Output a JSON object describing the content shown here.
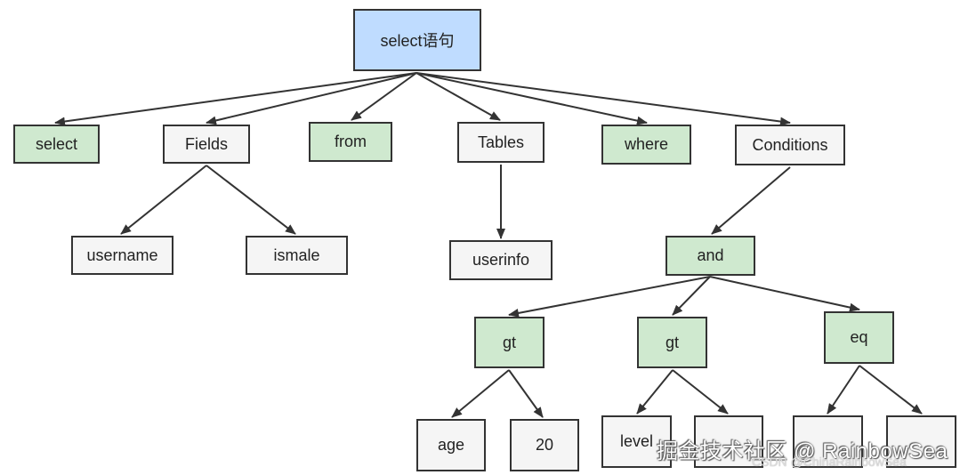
{
  "diagram": {
    "nodes": [
      {
        "id": "root",
        "label": "select语句",
        "kind": "root"
      },
      {
        "id": "select",
        "label": "select",
        "kind": "keyword"
      },
      {
        "id": "fields",
        "label": "Fields",
        "kind": "part"
      },
      {
        "id": "from",
        "label": "from",
        "kind": "keyword"
      },
      {
        "id": "tables",
        "label": "Tables",
        "kind": "part"
      },
      {
        "id": "where",
        "label": "where",
        "kind": "keyword"
      },
      {
        "id": "conditions",
        "label": "Conditions",
        "kind": "part"
      },
      {
        "id": "username",
        "label": "username",
        "kind": "part"
      },
      {
        "id": "ismale",
        "label": "ismale",
        "kind": "part"
      },
      {
        "id": "userinfo",
        "label": "userinfo",
        "kind": "part"
      },
      {
        "id": "and",
        "label": "and",
        "kind": "keyword"
      },
      {
        "id": "gt1",
        "label": "gt",
        "kind": "keyword"
      },
      {
        "id": "gt2",
        "label": "gt",
        "kind": "keyword"
      },
      {
        "id": "eq",
        "label": "eq",
        "kind": "keyword"
      },
      {
        "id": "age",
        "label": "age",
        "kind": "part"
      },
      {
        "id": "n20",
        "label": "20",
        "kind": "part"
      },
      {
        "id": "level",
        "label": "level",
        "kind": "part"
      },
      {
        "id": "level_val",
        "label": "",
        "kind": "part"
      },
      {
        "id": "eq_left",
        "label": "",
        "kind": "part"
      },
      {
        "id": "eq_right",
        "label": "",
        "kind": "part"
      }
    ],
    "edges": [
      [
        "root",
        "select"
      ],
      [
        "root",
        "fields"
      ],
      [
        "root",
        "from"
      ],
      [
        "root",
        "tables"
      ],
      [
        "root",
        "where"
      ],
      [
        "root",
        "conditions"
      ],
      [
        "fields",
        "username"
      ],
      [
        "fields",
        "ismale"
      ],
      [
        "tables",
        "userinfo"
      ],
      [
        "conditions",
        "and"
      ],
      [
        "and",
        "gt1"
      ],
      [
        "and",
        "gt2"
      ],
      [
        "and",
        "eq"
      ],
      [
        "gt1",
        "age"
      ],
      [
        "gt1",
        "n20"
      ],
      [
        "gt2",
        "level"
      ],
      [
        "gt2",
        "level_val"
      ],
      [
        "eq",
        "eq_left"
      ],
      [
        "eq",
        "eq_right"
      ]
    ]
  },
  "watermark": {
    "main": "掘金技术社区 @ RainbowSea",
    "sub": "CSDN @ChinaRainbowSea"
  },
  "colors": {
    "root_fill": "#bfdcff",
    "keyword_fill": "#cfe9cf",
    "part_fill": "#f5f5f5",
    "line": "#333333"
  }
}
